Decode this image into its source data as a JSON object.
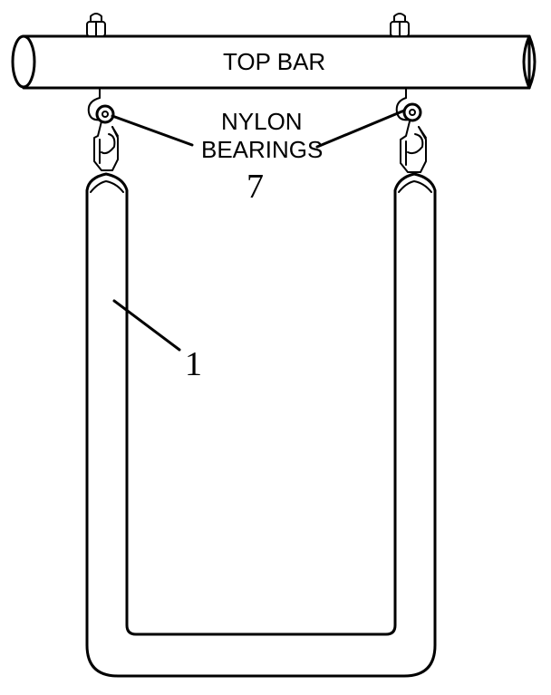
{
  "labels": {
    "top_bar": "TOP BAR",
    "nylon": "NYLON",
    "bearings": "BEARINGS",
    "bearings_ref": "7",
    "trapeze_ref": "1"
  },
  "colors": {
    "ink": "#000000",
    "background": "#ffffff"
  }
}
